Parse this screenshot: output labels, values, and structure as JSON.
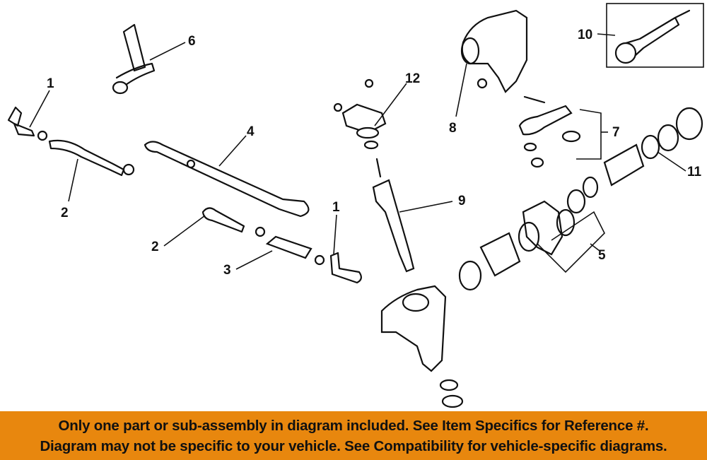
{
  "diagram": {
    "callouts": [
      "1",
      "1",
      "2",
      "2",
      "3",
      "4",
      "5",
      "6",
      "7",
      "8",
      "9",
      "10",
      "11",
      "12"
    ]
  },
  "banner": {
    "line1": "Only one part or sub-assembly in diagram included. See Item Specifics for Reference #.",
    "line2": "Diagram may not be specific to your vehicle. See Compatibility for vehicle-specific diagrams.",
    "color": "#E8870E"
  }
}
